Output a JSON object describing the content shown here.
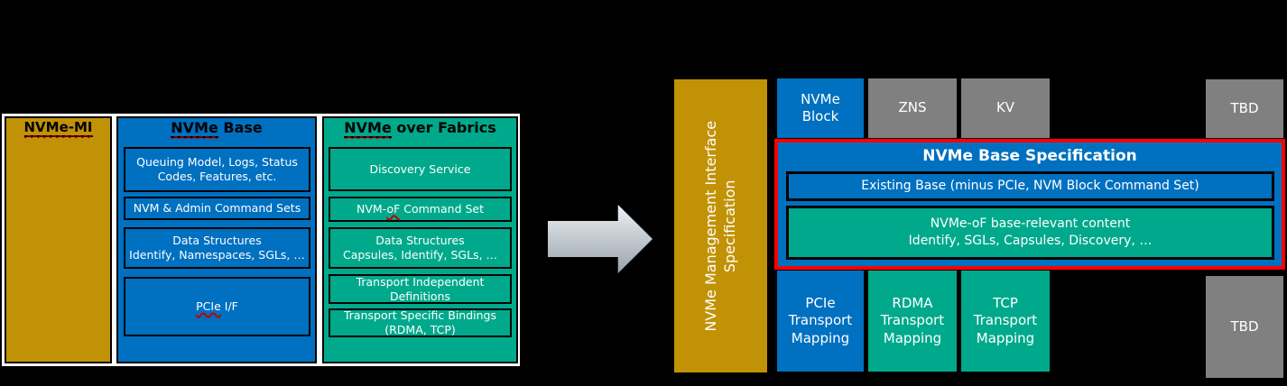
{
  "colors": {
    "background": "#000000",
    "panel_background": "#FFFFFF",
    "gold": "#C19206",
    "blue": "#0070C0",
    "green": "#00A98C",
    "gray": "#808080",
    "highlight_red_border": "#FF0000",
    "arrow_fill": "#C6CDD3",
    "box_border": "#000000"
  },
  "left_panel": {
    "mi_column": {
      "title": {
        "pre": "",
        "u": "NVMe-MI",
        "rest": ""
      }
    },
    "base_column": {
      "title": {
        "pre": "",
        "u": "NVMe",
        "rest": " Base"
      },
      "boxes": {
        "queuing": {
          "l1": "Queuing Model, Logs, Status",
          "l2": "Codes, Features, etc."
        },
        "commands": {
          "l1": "NVM & Admin Command Sets"
        },
        "data_structures": {
          "l1": "Data Structures",
          "l2": "Identify, Namespaces, SGLs, …"
        },
        "pcie": {
          "pre": "",
          "u": "PCIe",
          "rest": " I/F"
        }
      }
    },
    "fabrics_column": {
      "title": {
        "pre": "",
        "u": "NVMe",
        "rest": " over Fabrics"
      },
      "boxes": {
        "discovery": {
          "l1": "Discovery Service"
        },
        "command_set": {
          "pre": "NVM-",
          "u": "oF",
          "rest": " Command Set"
        },
        "data_structures": {
          "l1": "Data Structures",
          "l2": "Capsules, Identify, SGLs, …"
        },
        "transport_independent": {
          "l1": "Transport Independent",
          "l2": "Definitions"
        },
        "transport_specific": {
          "l1": "Transport Specific Bindings",
          "l2": "(RDMA, TCP)"
        }
      }
    }
  },
  "arrow": {
    "meaning": "refactor-transition",
    "direction": "right"
  },
  "right_panel": {
    "mi_bar": {
      "l1": "NVMe Management Interface",
      "l2": "Specification"
    },
    "top_row": {
      "nvme_block": {
        "l1": "NVMe",
        "l2": "Block"
      },
      "zns": "ZNS",
      "kv": "KV",
      "tbd": "TBD"
    },
    "base_spec": {
      "title": "NVMe Base Specification",
      "existing": "Existing Base (minus PCIe, NVM Block Command Set)",
      "fabrics_content": {
        "l1": "NVMe-oF base-relevant content",
        "l2": "Identify, SGLs, Capsules, Discovery, …"
      }
    },
    "bottom_row": {
      "pcie": {
        "l1": "PCIe",
        "l2": "Transport",
        "l3": "Mapping"
      },
      "rdma": {
        "l1": "RDMA",
        "l2": "Transport",
        "l3": "Mapping"
      },
      "tcp": {
        "l1": "TCP",
        "l2": "Transport",
        "l3": "Mapping"
      },
      "tbd": "TBD"
    }
  }
}
